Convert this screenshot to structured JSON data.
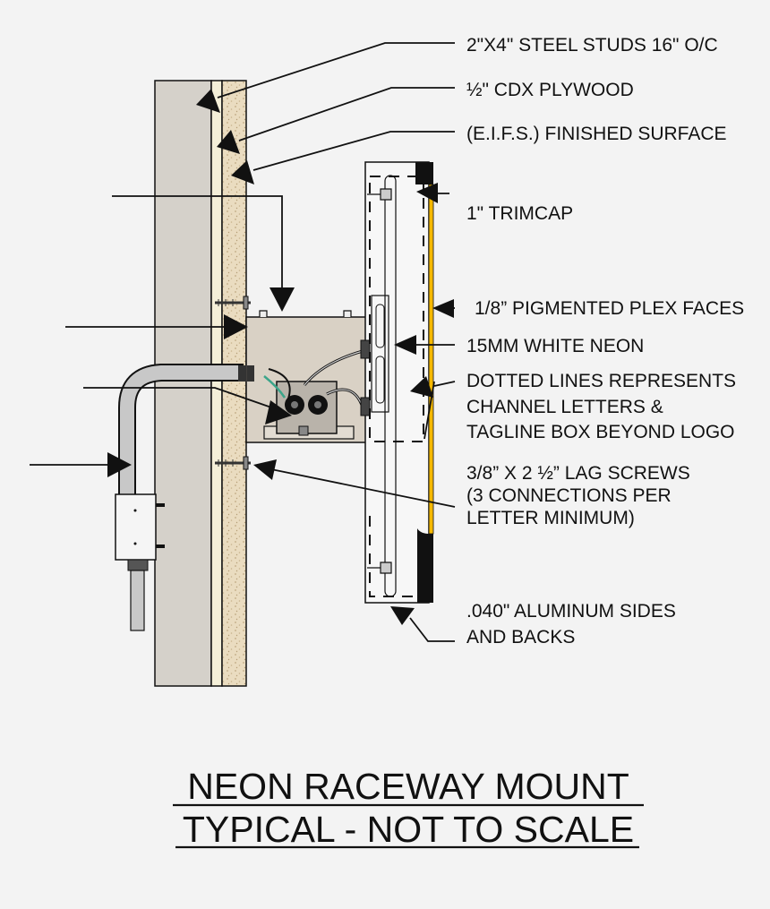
{
  "labels": {
    "steel_studs": "2\"X4\" STEEL STUDS 16\" O/C",
    "plywood": "½\" CDX PLYWOOD",
    "eifs": "(E.I.F.S.) FINISHED SURFACE",
    "trimcap": "1\" TRIMCAP",
    "plex_faces": "1/8” PIGMENTED PLEX FACES",
    "neon": "15MM WHITE NEON",
    "dotted_1": "DOTTED LINES REPRESENTS",
    "dotted_2": "CHANNEL LETTERS &",
    "dotted_3": "TAGLINE BOX BEYOND LOGO",
    "lag_1": "3/8” X 2 ½” LAG SCREWS",
    "lag_2": "(3 CONNECTIONS PER",
    "lag_3": "LETTER MINIMUM)",
    "alum_1": ".040\" ALUMINUM SIDES",
    "alum_2": "AND BACKS"
  },
  "title": {
    "line1": "NEON RACEWAY MOUNT",
    "line2": "TYPICAL - NOT TO SCALE"
  },
  "colors": {
    "background": "#f3f3f3",
    "stud": "#d5d1ca",
    "plywood": "#f4efd8",
    "eifs": "#eadcc0",
    "raceway": "#d9d1c5",
    "transformer": "#b9b3aa",
    "conduit": "#c8c8c8",
    "plex_face": "#f5b800",
    "neon_wire": "#3ba58a",
    "trimcap": "#111111"
  }
}
